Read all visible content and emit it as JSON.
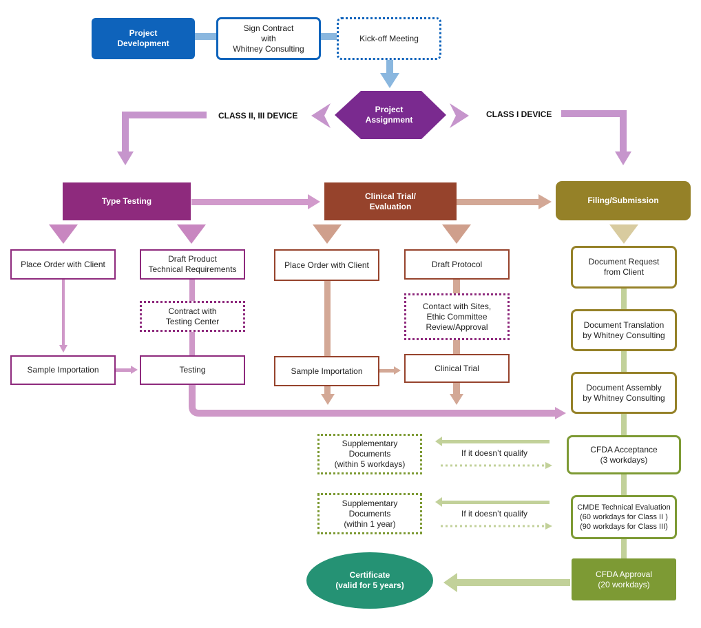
{
  "colors": {
    "blue": "#0e63bb",
    "blue_light": "#8ab7df",
    "purple_dark": "#7a2a8f",
    "purple_arrow": "#c695cc",
    "magenta": "#8e2a7d",
    "magenta_line": "#cf98c8",
    "brown": "#96432c",
    "brown_line": "#d3a896",
    "olive": "#958128",
    "olive_light": "#d8cb9f",
    "green": "#7d9a34",
    "green_light": "#c2d19a",
    "teal": "#259274"
  },
  "top": {
    "project_development": "Project\nDevelopment",
    "sign_contract": "Sign Contract\nwith\nWhitney Consulting",
    "kickoff_meeting": "Kick-off Meeting"
  },
  "assignment": {
    "project_assignment": "Project\nAssignment",
    "class_left": "CLASS II, III DEVICE",
    "class_right": "CLASS I DEVICE"
  },
  "type_testing": {
    "header": "Type Testing",
    "place_order": "Place Order with Client",
    "draft_requirements": "Draft Product\nTechnical Requirements",
    "contract_testing_center": "Contract with\nTesting Center",
    "sample_importation": "Sample Importation",
    "testing": "Testing"
  },
  "clinical": {
    "header": "Clinical Trial/\nEvaluation",
    "place_order": "Place Order with Client",
    "draft_protocol": "Draft Protocol",
    "contact_sites": "Contact with Sites,\nEthic Committee\nReview/Approval",
    "sample_importation": "Sample Importation",
    "clinical_trial": "Clinical Trial"
  },
  "filing": {
    "header": "Filing/Submission",
    "doc_request": "Document Request\nfrom Client",
    "doc_translation": "Document Translation\nby Whitney Consulting",
    "doc_assembly": "Document Assembly\nby Whitney Consulting",
    "cfda_acceptance": "CFDA Acceptance\n(3 workdays)",
    "cmde_evaluation": "CMDE Technical Evaluation\n(60 workdays for Class II )\n(90 workdays for Class III)",
    "cfda_approval": "CFDA Approval\n(20 workdays)"
  },
  "supplementary": {
    "supp_5": "Supplementary\nDocuments\n(within 5 workdays)",
    "supp_1yr": "Supplementary\nDocuments\n(within 1 year)",
    "not_qualify_1": "If it doesn’t qualify",
    "not_qualify_2": "If it doesn’t qualify"
  },
  "certificate": "Certificate\n(valid for 5 years)"
}
